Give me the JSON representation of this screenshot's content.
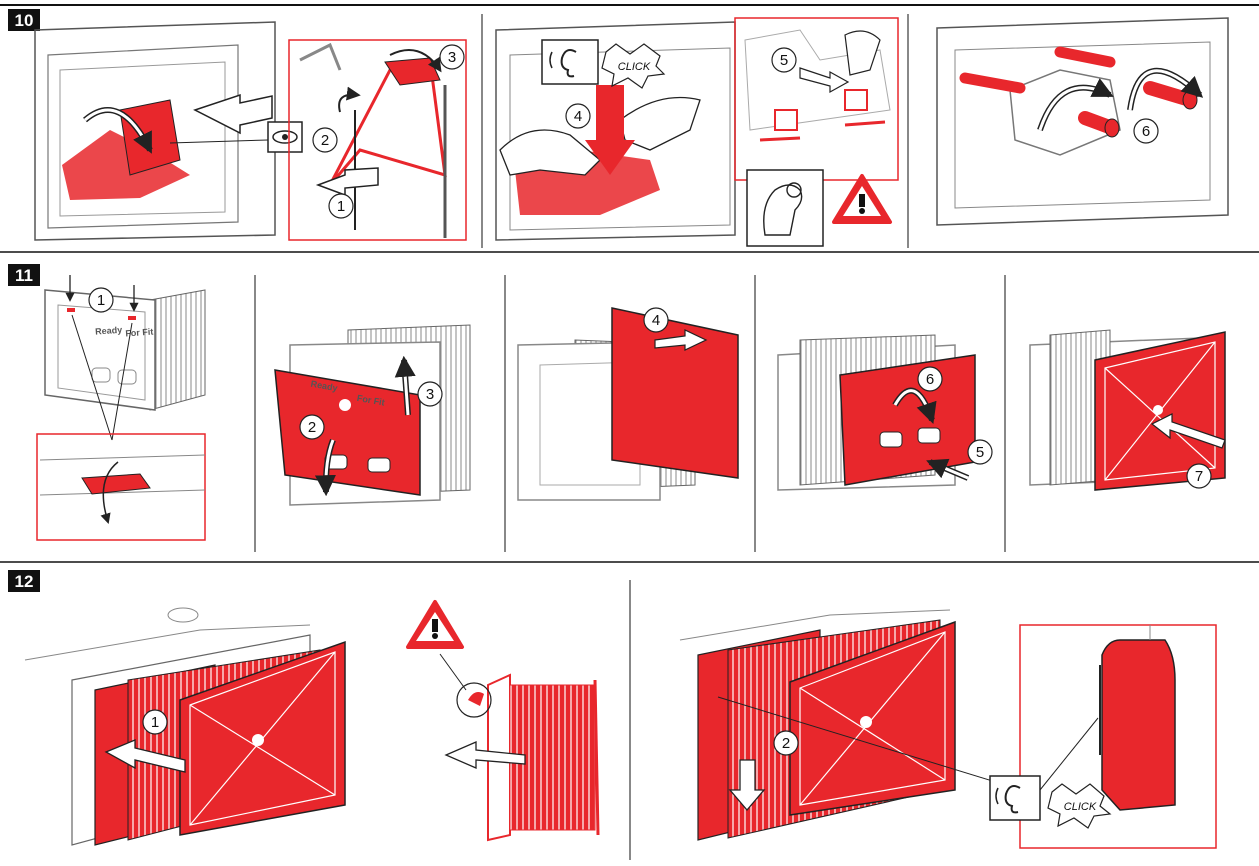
{
  "steps": [
    "10",
    "11",
    "12"
  ],
  "callouts": [
    "1",
    "2",
    "3",
    "4",
    "5",
    "6",
    "7"
  ],
  "sounds": {
    "click": "CLICK"
  },
  "front_plate_text": [
    "Ready",
    "For Fit"
  ],
  "icons": [
    "eye-icon",
    "ear-icon",
    "warning-icon",
    "hand-icon",
    "rotate-arrow-icon",
    "push-arrow-icon"
  ],
  "colors": {
    "accent": "#e8272c",
    "line": "#222222",
    "frame": "#555555"
  }
}
